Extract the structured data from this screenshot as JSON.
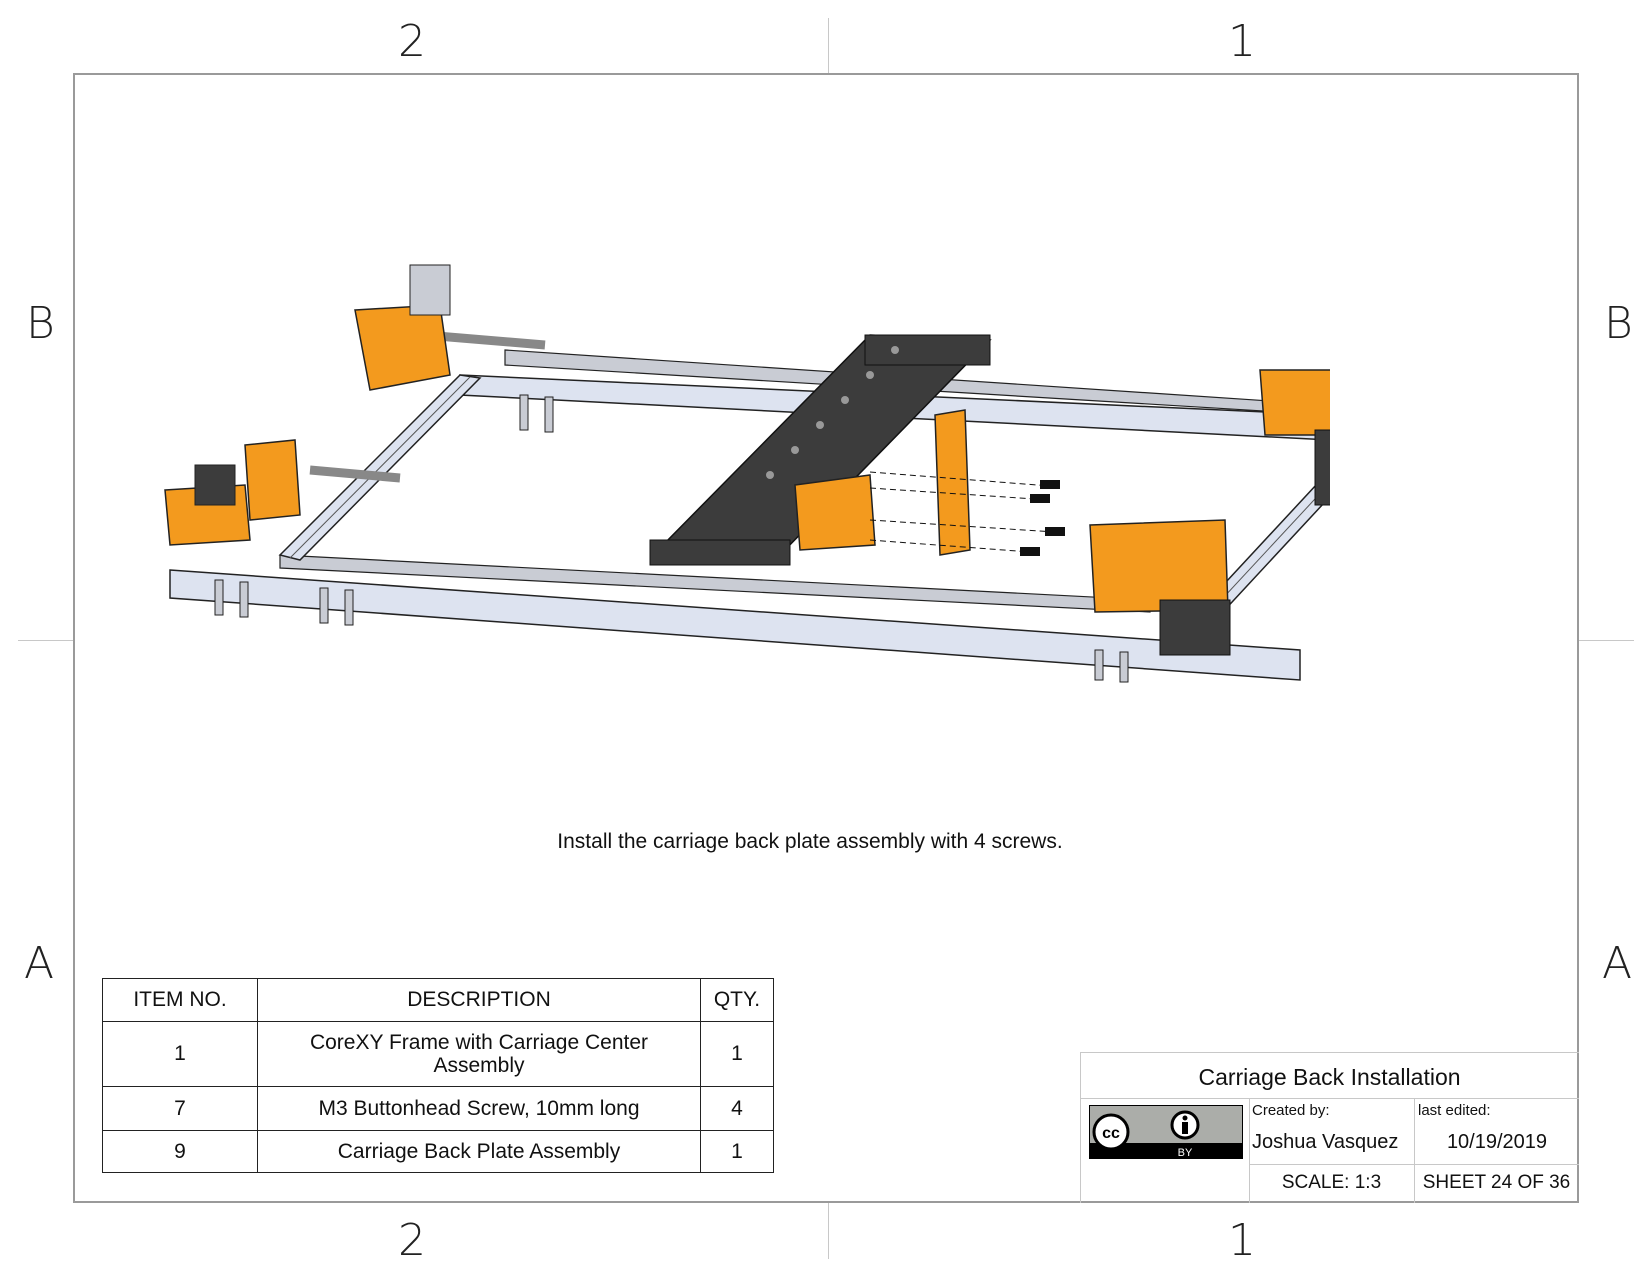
{
  "zones": {
    "top_left": "2",
    "top_right": "1",
    "bottom_left": "2",
    "bottom_right": "1",
    "left_upper": "B",
    "right_upper": "B",
    "left_lower": "A",
    "right_lower": "A"
  },
  "instruction": "Install the carriage back plate assembly with 4 screws.",
  "bom": {
    "headers": {
      "item": "ITEM NO.",
      "description": "DESCRIPTION",
      "qty": "QTY."
    },
    "rows": [
      {
        "item": "1",
        "description": "CoreXY Frame with Carriage Center Assembly",
        "qty": "1"
      },
      {
        "item": "7",
        "description": "M3 Buttonhead Screw, 10mm long",
        "qty": "4"
      },
      {
        "item": "9",
        "description": "Carriage Back Plate Assembly",
        "qty": "1"
      }
    ]
  },
  "title_block": {
    "title": "Carriage Back Installation",
    "created_by_label": "Created by:",
    "author": "Joshua Vasquez",
    "last_edited_label": "last edited:",
    "date": "10/19/2019",
    "scale": "SCALE: 1:3",
    "sheet": "SHEET 24 OF 36",
    "license_icon": "cc-by-icon",
    "license_tag": "BY"
  },
  "colors": {
    "orange": "#f39a1e",
    "dark_gray": "#3c3c3c",
    "rail": "#c9ccd4",
    "extrusion": "#dde3f0"
  }
}
